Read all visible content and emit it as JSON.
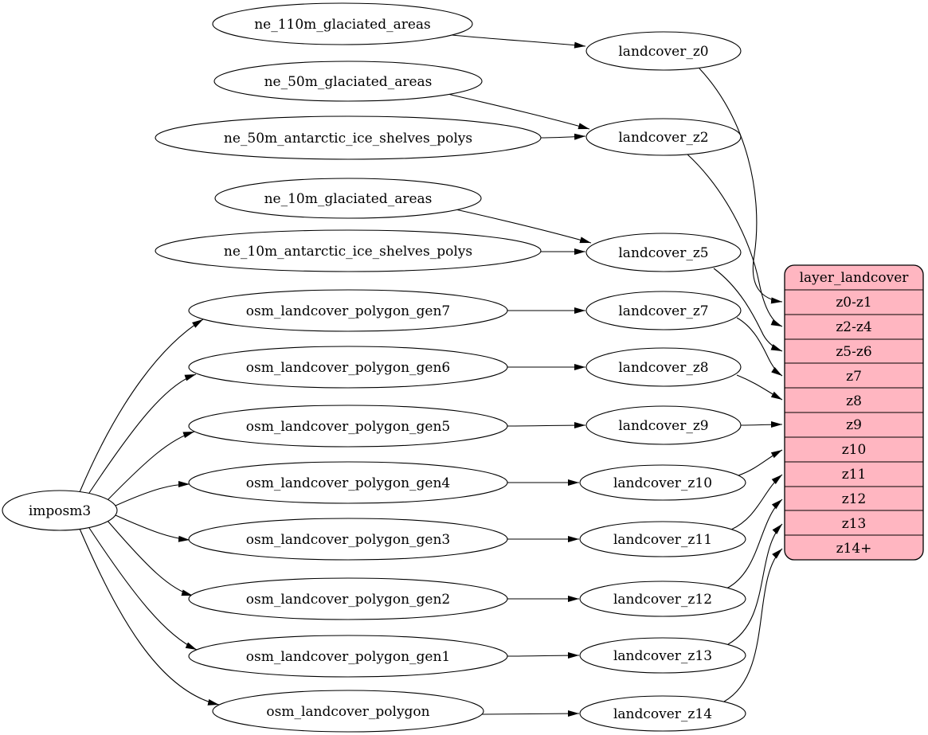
{
  "diagram": {
    "background_color": "#ffffff",
    "node_fill_color": "#ffffff",
    "node_stroke_color": "#000000",
    "edge_color": "#000000",
    "table_fill_color": "#ffb6c1",
    "text_color": "#000000"
  },
  "nodes": {
    "root": {
      "label": "imposm3"
    },
    "sources": [
      {
        "label": "ne_110m_glaciated_areas"
      },
      {
        "label": "ne_50m_glaciated_areas"
      },
      {
        "label": "ne_50m_antarctic_ice_shelves_polys"
      },
      {
        "label": "ne_10m_glaciated_areas"
      },
      {
        "label": "ne_10m_antarctic_ice_shelves_polys"
      },
      {
        "label": "osm_landcover_polygon_gen7"
      },
      {
        "label": "osm_landcover_polygon_gen6"
      },
      {
        "label": "osm_landcover_polygon_gen5"
      },
      {
        "label": "osm_landcover_polygon_gen4"
      },
      {
        "label": "osm_landcover_polygon_gen3"
      },
      {
        "label": "osm_landcover_polygon_gen2"
      },
      {
        "label": "osm_landcover_polygon_gen1"
      },
      {
        "label": "osm_landcover_polygon"
      }
    ],
    "intermediates": [
      {
        "label": "landcover_z0"
      },
      {
        "label": "landcover_z2"
      },
      {
        "label": "landcover_z5"
      },
      {
        "label": "landcover_z7"
      },
      {
        "label": "landcover_z8"
      },
      {
        "label": "landcover_z9"
      },
      {
        "label": "landcover_z10"
      },
      {
        "label": "landcover_z11"
      },
      {
        "label": "landcover_z12"
      },
      {
        "label": "landcover_z13"
      },
      {
        "label": "landcover_z14"
      }
    ],
    "table": {
      "title": "layer_landcover",
      "rows": [
        "z0-z1",
        "z2-z4",
        "z5-z6",
        "z7",
        "z8",
        "z9",
        "z10",
        "z11",
        "z12",
        "z13",
        "z14+"
      ]
    }
  },
  "edges": [
    {
      "from": "imposm3",
      "to": "osm_landcover_polygon_gen7"
    },
    {
      "from": "imposm3",
      "to": "osm_landcover_polygon_gen6"
    },
    {
      "from": "imposm3",
      "to": "osm_landcover_polygon_gen5"
    },
    {
      "from": "imposm3",
      "to": "osm_landcover_polygon_gen4"
    },
    {
      "from": "imposm3",
      "to": "osm_landcover_polygon_gen3"
    },
    {
      "from": "imposm3",
      "to": "osm_landcover_polygon_gen2"
    },
    {
      "from": "imposm3",
      "to": "osm_landcover_polygon_gen1"
    },
    {
      "from": "imposm3",
      "to": "osm_landcover_polygon"
    },
    {
      "from": "ne_110m_glaciated_areas",
      "to": "landcover_z0"
    },
    {
      "from": "ne_50m_glaciated_areas",
      "to": "landcover_z2"
    },
    {
      "from": "ne_50m_antarctic_ice_shelves_polys",
      "to": "landcover_z2"
    },
    {
      "from": "ne_10m_glaciated_areas",
      "to": "landcover_z5"
    },
    {
      "from": "ne_10m_antarctic_ice_shelves_polys",
      "to": "landcover_z5"
    },
    {
      "from": "osm_landcover_polygon_gen7",
      "to": "landcover_z7"
    },
    {
      "from": "osm_landcover_polygon_gen6",
      "to": "landcover_z8"
    },
    {
      "from": "osm_landcover_polygon_gen5",
      "to": "landcover_z9"
    },
    {
      "from": "osm_landcover_polygon_gen4",
      "to": "landcover_z10"
    },
    {
      "from": "osm_landcover_polygon_gen3",
      "to": "landcover_z11"
    },
    {
      "from": "osm_landcover_polygon_gen2",
      "to": "landcover_z12"
    },
    {
      "from": "osm_landcover_polygon_gen1",
      "to": "landcover_z13"
    },
    {
      "from": "osm_landcover_polygon",
      "to": "landcover_z14"
    },
    {
      "from": "landcover_z0",
      "to": "layer_landcover.z0-z1"
    },
    {
      "from": "landcover_z2",
      "to": "layer_landcover.z2-z4"
    },
    {
      "from": "landcover_z5",
      "to": "layer_landcover.z5-z6"
    },
    {
      "from": "landcover_z7",
      "to": "layer_landcover.z7"
    },
    {
      "from": "landcover_z8",
      "to": "layer_landcover.z8"
    },
    {
      "from": "landcover_z9",
      "to": "layer_landcover.z9"
    },
    {
      "from": "landcover_z10",
      "to": "layer_landcover.z10"
    },
    {
      "from": "landcover_z11",
      "to": "layer_landcover.z11"
    },
    {
      "from": "landcover_z12",
      "to": "layer_landcover.z12"
    },
    {
      "from": "landcover_z13",
      "to": "layer_landcover.z13"
    },
    {
      "from": "landcover_z14",
      "to": "layer_landcover.z14+"
    }
  ]
}
